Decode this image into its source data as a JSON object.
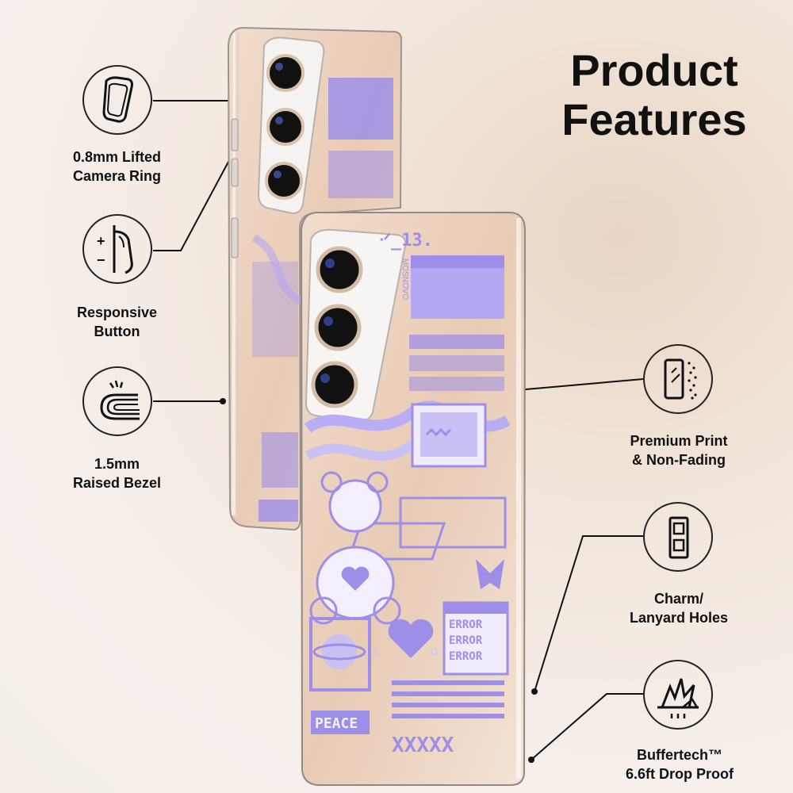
{
  "title": {
    "line1": "Product",
    "line2": "Features"
  },
  "features": [
    {
      "label_line1": "0.8mm Lifted",
      "label_line2": "Camera Ring",
      "icon": "camera-ring-icon"
    },
    {
      "label_line1": "Responsive",
      "label_line2": "Button",
      "icon": "responsive-button-icon"
    },
    {
      "label_line1": "1.5mm",
      "label_line2": "Raised Bezel",
      "icon": "raised-bezel-icon"
    },
    {
      "label_line1": "Premium Print",
      "label_line2": "& Non-Fading",
      "icon": "premium-print-icon"
    },
    {
      "label_line1": "Charm/",
      "label_line2": "Lanyard Holes",
      "icon": "lanyard-holes-icon"
    },
    {
      "label_line1": "Buffertech™",
      "label_line2": "6.6ft Drop Proof",
      "icon": "drop-proof-icon"
    }
  ],
  "case_print": {
    "glyph_text": "ᐧᐟ_13.",
    "brand": "MOSNOVO",
    "error_text": "ERROR",
    "peace_text": "PEACE",
    "xs_text": "XXXXX",
    "sg_left": "S",
    "sg_right": "G",
    "accent": "#9d8fe8",
    "accent_light": "#c9c0f3"
  }
}
